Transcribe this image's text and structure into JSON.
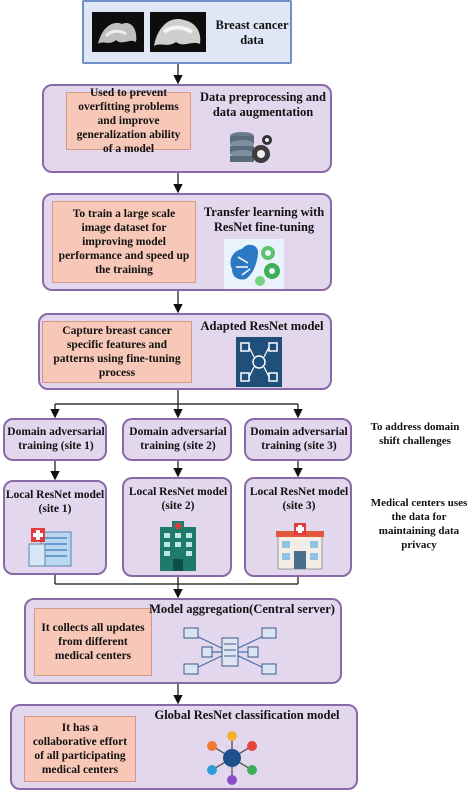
{
  "data_box": {
    "title": "Breast cancer data"
  },
  "preprocess": {
    "title": "Data preprocessing and data augmentation",
    "note": "Used to prevent overfitting problems and improve generalization ability of a model"
  },
  "transfer": {
    "title": "Transfer learning with ResNet fine-tuning",
    "note": "To train a large scale image dataset for improving model performance and speed up the training"
  },
  "adapted": {
    "title": "Adapted ResNet model",
    "note": "Capture breast cancer specific features and patterns using fine-tuning process"
  },
  "domain_sites": [
    {
      "label": "Domain adversarial training (site 1)"
    },
    {
      "label": "Domain adversarial training (site 2)"
    },
    {
      "label": "Domain adversarial training (site 3)"
    }
  ],
  "domain_note": "To address domain shift challenges",
  "local_sites": [
    {
      "label": "Local ResNet model (site 1)"
    },
    {
      "label": "Local ResNet model (site 2)"
    },
    {
      "label": "Local ResNet model (site 3)"
    }
  ],
  "local_note": "Medical centers uses the data for maintaining data privacy",
  "aggregation": {
    "title": "Model aggregation(Central server)",
    "note": "It collects all updates from different medical centers"
  },
  "global": {
    "title": "Global ResNet classification model",
    "note": "It has a collaborative effort of all participating medical centers"
  }
}
